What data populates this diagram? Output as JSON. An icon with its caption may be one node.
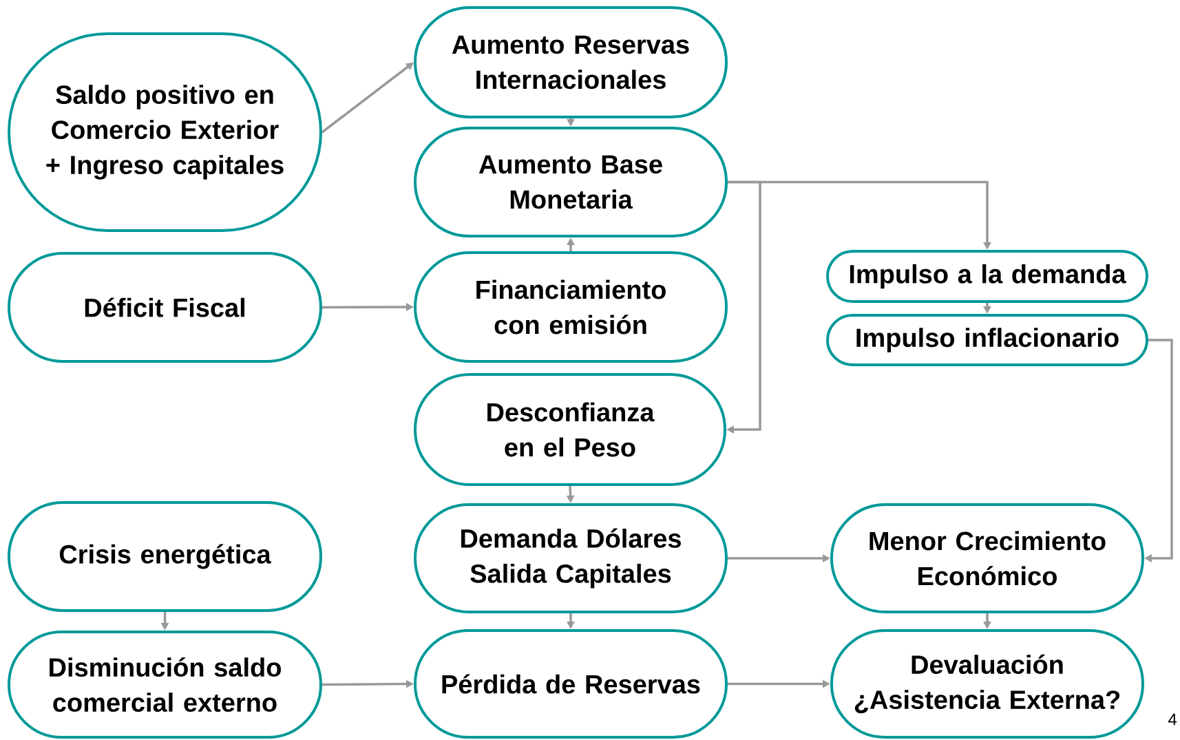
{
  "diagram": {
    "nodes": [
      {
        "text": [
          "Saldo positivo en Comercio Exterior + Ingreso capitales"
        ]
      },
      {
        "text": [
          "Aumento Reservas Internacionales"
        ]
      },
      {
        "text": [
          "Aumento Base Monetaria"
        ]
      },
      {
        "text": [
          "Déficit Fiscal"
        ]
      },
      {
        "text": [
          "Financiamiento con emisión"
        ]
      },
      {
        "text": [
          "Impulso a la demanda"
        ]
      },
      {
        "text": [
          "Impulso inflacionario"
        ]
      },
      {
        "text": [
          "Desconfianza en el Peso"
        ]
      },
      {
        "text": [
          "Crisis energética"
        ]
      },
      {
        "text": [
          "Demanda Dólares Salida Capitales"
        ]
      },
      {
        "text": [
          "Menor Crecimiento Económico"
        ]
      },
      {
        "text": [
          "Disminución saldo comercial externo"
        ]
      },
      {
        "text": [
          "Pérdida de Reservas"
        ]
      },
      {
        "text": [
          "Devaluación ¿Asistencia Externa?"
        ]
      }
    ],
    "edges": [
      {
        "from": 0,
        "to": 1,
        "arrow": "to"
      },
      {
        "from": 1,
        "to": 2,
        "arrow": "to"
      },
      {
        "from": 4,
        "to": 2,
        "arrow": "to"
      },
      {
        "from": 3,
        "to": 4,
        "arrow": "to"
      },
      {
        "from": 2,
        "to": 5,
        "arrow": "to"
      },
      {
        "from": 2,
        "to": 7,
        "arrow": "to"
      },
      {
        "from": 5,
        "to": 6,
        "arrow": "to"
      },
      {
        "from": 6,
        "to": 10,
        "arrow": "to"
      },
      {
        "from": 7,
        "to": 9,
        "arrow": "to"
      },
      {
        "from": 9,
        "to": 10,
        "arrow": "to"
      },
      {
        "from": 9,
        "to": 12,
        "arrow": "to"
      },
      {
        "from": 8,
        "to": 11,
        "arrow": "to"
      },
      {
        "from": 11,
        "to": 12,
        "arrow": "to"
      },
      {
        "from": 12,
        "to": 13,
        "arrow": "to"
      },
      {
        "from": 10,
        "to": 13,
        "arrow": "to"
      }
    ],
    "labels": [
      "4"
    ]
  }
}
